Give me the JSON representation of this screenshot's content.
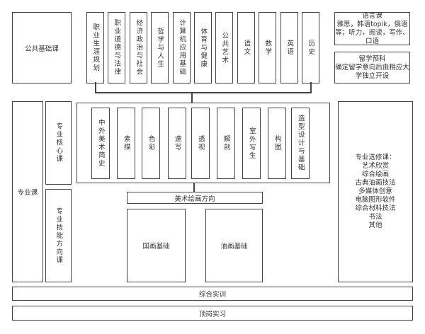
{
  "public_foundation": {
    "label": "公共基础课",
    "courses": [
      "职业生涯规划",
      "职业道德与法律",
      "经济政治与社会",
      "哲学与人生",
      "计算机应用基础",
      "体育与健康",
      "公共艺术",
      "语文",
      "数学",
      "英语",
      "历史"
    ],
    "language_course": "语言课\n雅思，韩语topik，俄语等；听力，阅读，写作、口语",
    "study_abroad_prep": "留学预科\n确定留学意向后由相应大学独立开设"
  },
  "professional": {
    "label": "专业课",
    "core_label": "专业核心课",
    "skill_label": "专业技能方向课",
    "core_courses": [
      "中外美术简史",
      "素描",
      "色彩",
      "速写",
      "透视",
      "解剖",
      "室外写生",
      "构图",
      "造型设计与基础"
    ],
    "direction": "美术绘画方向",
    "direction_courses": [
      "国画基础",
      "油画基础"
    ],
    "electives": "专业选修课：\n艺术欣赏\n综合绘画\n古典油画技法\n多媒体创意\n电脑图形软件\n综合材料技法\n书法\n其他"
  },
  "comprehensive_training": "综合实训",
  "internship": "顶岗实习"
}
